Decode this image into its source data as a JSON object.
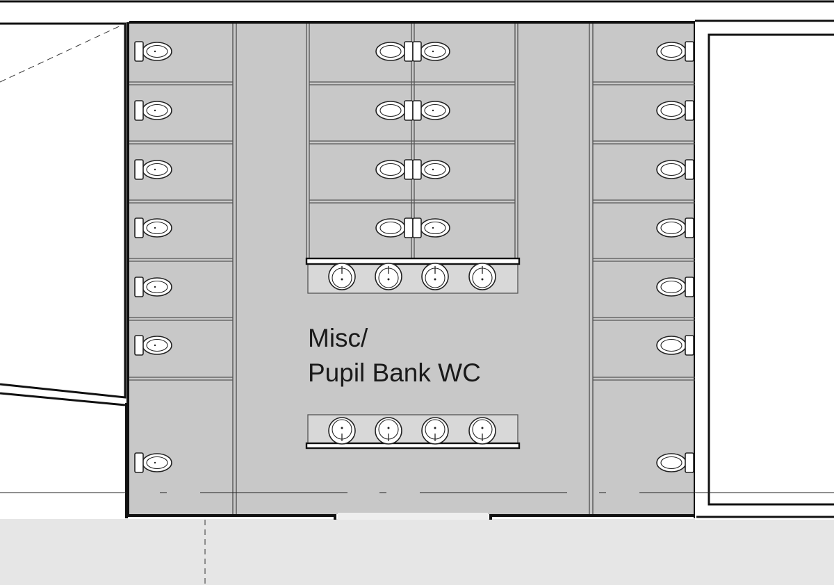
{
  "room": {
    "label_line1": "Misc/",
    "label_line2": "Pupil Bank WC"
  },
  "fixtures": {
    "left_wall_toilets": 7,
    "right_wall_toilets": 7,
    "central_pair_rows": 4,
    "sink_banks": [
      {
        "position": "upper",
        "basins": 4
      },
      {
        "position": "lower",
        "basins": 4
      }
    ]
  },
  "colors": {
    "floor_fill": "#c8c8c8",
    "corridor_fill": "#e6e6e6",
    "wall": "#111111",
    "partition": "#555555"
  }
}
